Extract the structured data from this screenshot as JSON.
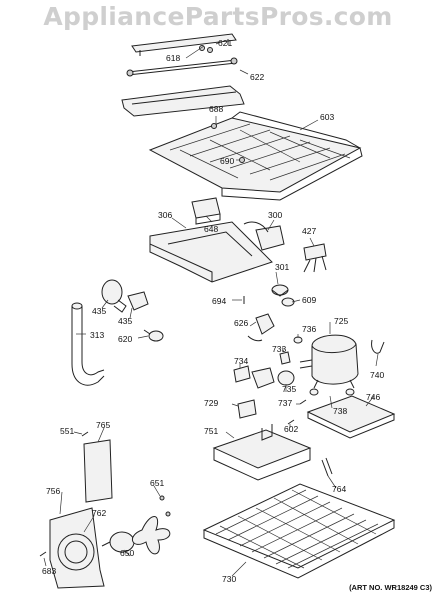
{
  "watermark": "AppliancePartsPros.com",
  "art_number": "(ART NO. WR18249 C3)",
  "callouts": [
    "618",
    "621",
    "622",
    "688",
    "603",
    "690",
    "306",
    "648",
    "300",
    "427",
    "301",
    "609",
    "694",
    "435",
    "435",
    "620",
    "313",
    "626",
    "733",
    "736",
    "725",
    "734",
    "735",
    "740",
    "737",
    "738",
    "746",
    "729",
    "602",
    "751",
    "551",
    "765",
    "764",
    "756",
    "762",
    "651",
    "650",
    "683",
    "730"
  ]
}
